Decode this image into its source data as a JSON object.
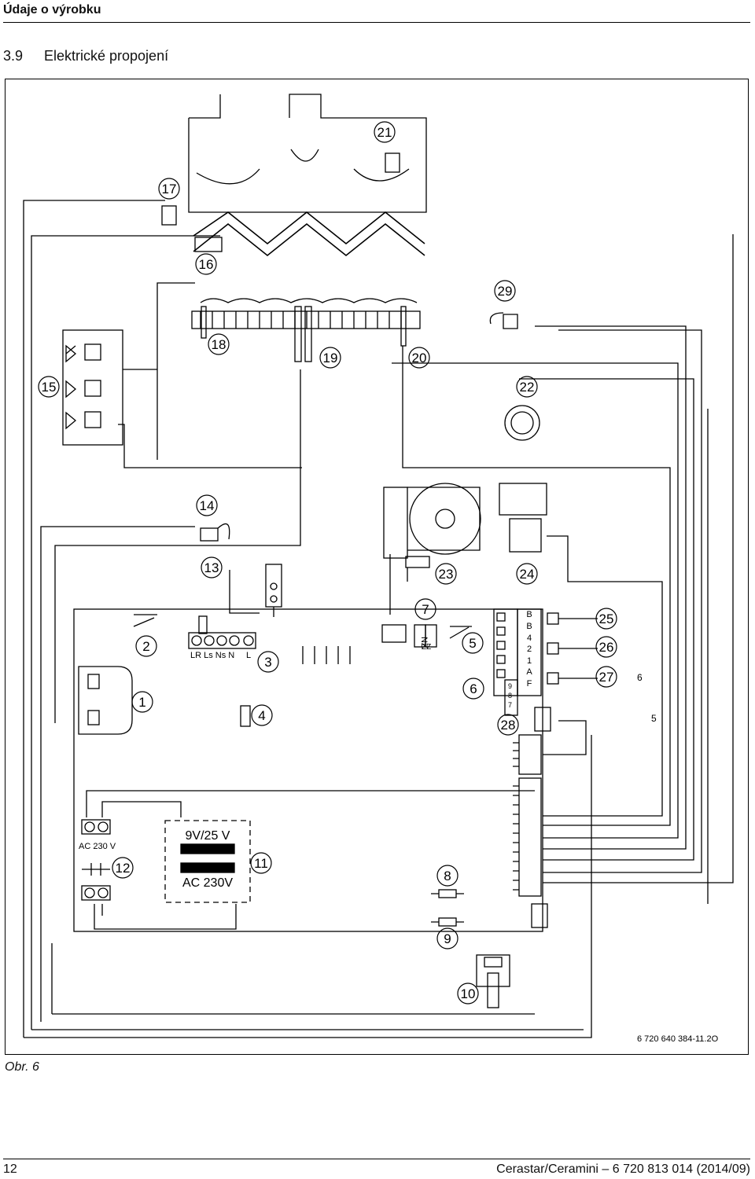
{
  "header": {
    "title": "Údaje o výrobku"
  },
  "section": {
    "number": "3.9",
    "title": "Elektrické propojení"
  },
  "diagram": {
    "code": "6 720 640 384-11.2O",
    "callouts": [
      "1",
      "2",
      "3",
      "4",
      "5",
      "6",
      "7",
      "8",
      "9",
      "10",
      "11",
      "12",
      "13",
      "14",
      "15",
      "16",
      "17",
      "18",
      "19",
      "20",
      "21",
      "22",
      "23",
      "24",
      "25",
      "26",
      "27",
      "28",
      "29"
    ],
    "terminal_labels": {
      "power": "LR Ls Ns N",
      "live": "L",
      "nz": "NZ",
      "zz": "ZZ"
    },
    "side_labels": [
      "B",
      "B",
      "4",
      "2",
      "1",
      "A",
      "F"
    ],
    "small_labels": [
      "9",
      "8",
      "7"
    ],
    "wire_numbers": {
      "six": "6",
      "five": "5"
    },
    "transformer": {
      "secondary": "9V/25 V",
      "primary": "AC 230V"
    },
    "mains_label": "AC 230 V"
  },
  "figure": {
    "label": "Obr. 6"
  },
  "footer": {
    "page": "12",
    "doc": "Cerastar/Ceramini – 6 720 813 014 (2014/09)"
  }
}
